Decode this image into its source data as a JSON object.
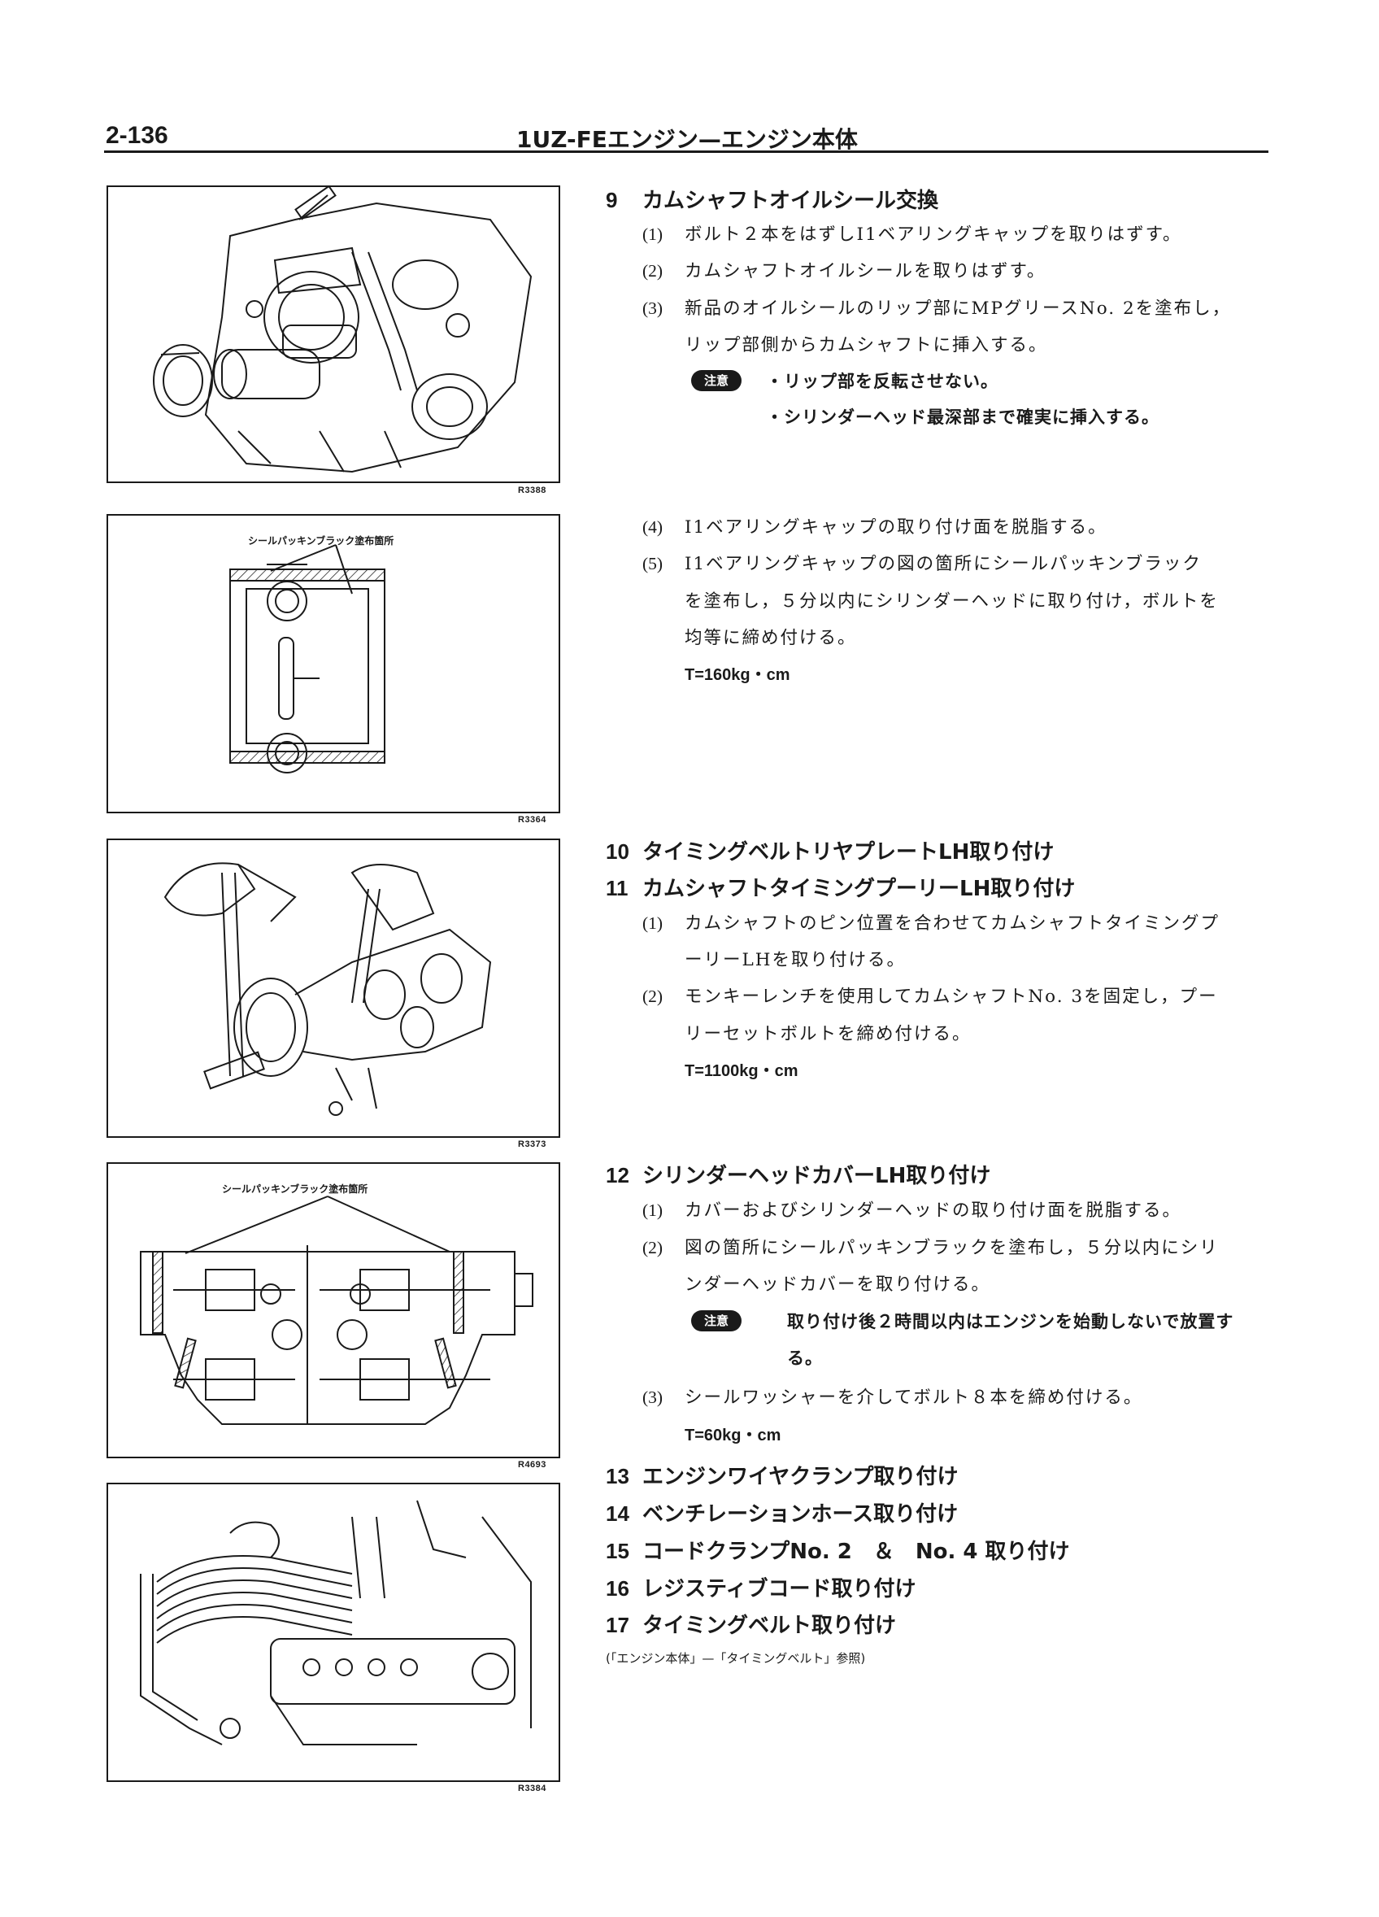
{
  "header": {
    "page_number": "2-136",
    "title": "1UZ-FEエンジン—エンジン本体"
  },
  "figures": [
    {
      "code": "R3388",
      "caption": ""
    },
    {
      "code": "R3364",
      "caption": "シールパッキンブラック塗布箇所"
    },
    {
      "code": "R3373",
      "caption": ""
    },
    {
      "code": "R4693",
      "caption": "シールパッキンブラック塗布箇所"
    },
    {
      "code": "R3384",
      "caption": ""
    }
  ],
  "steps": {
    "s9": {
      "num": "9",
      "title": "カムシャフトオイルシール交換",
      "sub1": {
        "num": "(1)",
        "text": "ボルト２本をはずしI1ベアリングキャップを取りはずす。"
      },
      "sub2": {
        "num": "(2)",
        "text": "カムシャフトオイルシールを取りはずす。"
      },
      "sub3": {
        "num": "(3)",
        "line1": "新品のオイルシールのリップ部にMPグリースNo. 2を塗布し，",
        "line2": "リップ部側からカムシャフトに挿入する。"
      },
      "caution": {
        "label": "注意",
        "b1": "・リップ部を反転させない。",
        "b2": "・シリンダーヘッド最深部まで確実に挿入する。"
      },
      "sub4": {
        "num": "(4)",
        "text": "I1ベアリングキャップの取り付け面を脱脂する。"
      },
      "sub5": {
        "num": "(5)",
        "line1": "I1ベアリングキャップの図の箇所にシールパッキンブラック",
        "line2": "を塗布し，５分以内にシリンダーヘッドに取り付け，ボルトを",
        "line3": "均等に締め付ける。"
      },
      "torque": "T=160kg・cm"
    },
    "s10": {
      "num": "10",
      "title": "タイミングベルトリヤプレートLH取り付け"
    },
    "s11": {
      "num": "11",
      "title": "カムシャフトタイミングプーリーLH取り付け",
      "sub1": {
        "num": "(1)",
        "line1": "カムシャフトのピン位置を合わせてカムシャフトタイミングプ",
        "line2": "ーリーLHを取り付ける。"
      },
      "sub2": {
        "num": "(2)",
        "line1": "モンキーレンチを使用してカムシャフトNo. 3を固定し，プー",
        "line2": "リーセットボルトを締め付ける。"
      },
      "torque": "T=1100kg・cm"
    },
    "s12": {
      "num": "12",
      "title": "シリンダーヘッドカバーLH取り付け",
      "sub1": {
        "num": "(1)",
        "text": "カバーおよびシリンダーヘッドの取り付け面を脱脂する。"
      },
      "sub2": {
        "num": "(2)",
        "line1": "図の箇所にシールパッキンブラックを塗布し，５分以内にシリ",
        "line2": "ンダーヘッドカバーを取り付ける。"
      },
      "caution": {
        "label": "注意",
        "line1": "取り付け後２時間以内はエンジンを始動しないで放置す",
        "line2": "る。"
      },
      "sub3": {
        "num": "(3)",
        "text": "シールワッシャーを介してボルト８本を締め付ける。"
      },
      "torque": "T=60kg・cm"
    },
    "s13": {
      "num": "13",
      "title": "エンジンワイヤクランプ取り付け"
    },
    "s14": {
      "num": "14",
      "title": "ベンチレーションホース取り付け"
    },
    "s15": {
      "num": "15",
      "title": "コードクランプNo. 2　＆　No. 4 取り付け"
    },
    "s16": {
      "num": "16",
      "title": "レジスティブコード取り付け"
    },
    "s17": {
      "num": "17",
      "title": "タイミングベルト取り付け"
    },
    "ref": "(「エンジン本体」—「タイミングベルト」参照)"
  }
}
